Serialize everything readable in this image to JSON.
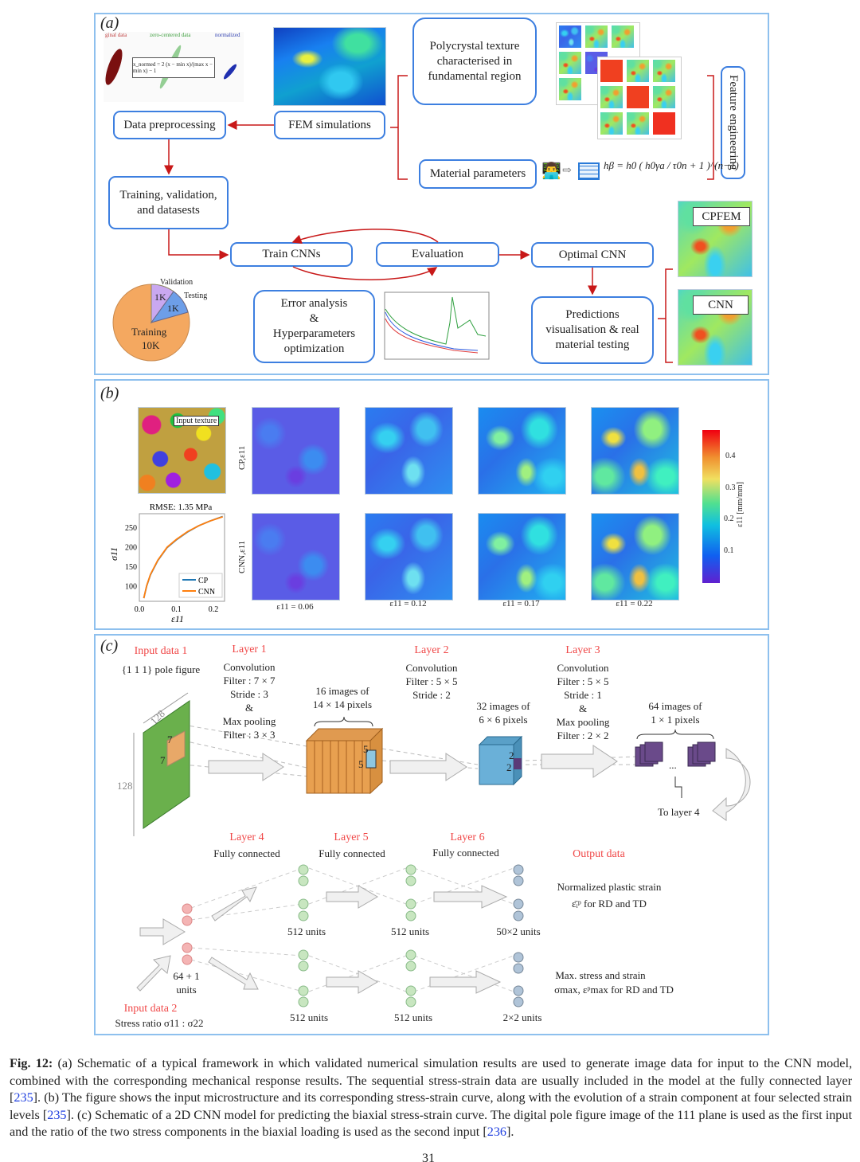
{
  "panel_a": {
    "label": "(a)",
    "preprocess_plot": {
      "titles": [
        "ginal data",
        "zero-centered data",
        "normalized"
      ],
      "formula": "x_normed = 2 (x − min x)/(max x − min x) − 1"
    },
    "boxes": {
      "data_preprocessing": "Data preprocessing",
      "fem_simulations": "FEM simulations",
      "polycrystal": "Polycrystal texture characterised in fundamental region",
      "material_parameters": "Material parameters",
      "feature_engineering": "Feature engineering",
      "training_datasets": "Training, validation, and datasests",
      "train_cnns": "Train CNNs",
      "evaluation": "Evaluation",
      "optimal_cnn": "Optimal CNN",
      "error_analysis_1": "Error analysis",
      "error_analysis_2": "&",
      "error_analysis_3": "Hyperparameters",
      "error_analysis_4": "optimization",
      "predictions": "Predictions visualisation & real material testing"
    },
    "hardening_law": "hβ = h0 ( h0γa / τ0n + 1 )^(n−1)",
    "pie": {
      "validation_label": "Validation",
      "validation_value": "1K",
      "testing_label": "Testing",
      "testing_value": "1K",
      "training_label": "Training",
      "training_value": "10K",
      "validation_color": "#c9a8f0",
      "testing_color": "#6d9ee8",
      "training_color": "#f4a860"
    },
    "cpfem_label": "CPFEM",
    "cnn_label": "CNN"
  },
  "panel_b": {
    "label": "(b)",
    "input_texture_label": "Input texture",
    "row_labels": [
      "CP,ε11",
      "CNN,ε11"
    ],
    "strain_levels": [
      "ε11 = 0.06",
      "ε11 = 0.12",
      "ε11 = 0.17",
      "ε11 = 0.22"
    ],
    "colorbar": {
      "label": "ε11 [mm/mm]",
      "ticks": [
        "0.4",
        "0.3",
        "0.2",
        "0.1"
      ]
    },
    "chart_data": {
      "type": "line",
      "title": "RMSE: 1.35 MPa",
      "xlabel": "ε11",
      "ylabel": "σ11",
      "xlim": [
        0.0,
        0.23
      ],
      "ylim": [
        60,
        285
      ],
      "xticks": [
        "0.0",
        "0.1",
        "0.2"
      ],
      "yticks": [
        "250",
        "200",
        "150",
        "100"
      ],
      "legend": "bottom-right",
      "series": [
        {
          "name": "CP",
          "color": "#1f77b4",
          "x": [
            0.012,
            0.02,
            0.03,
            0.05,
            0.075,
            0.1,
            0.13,
            0.16,
            0.19,
            0.225
          ],
          "y": [
            68,
            100,
            128,
            165,
            198,
            218,
            238,
            254,
            266,
            278
          ]
        },
        {
          "name": "CNN",
          "color": "#ff7f0e",
          "x": [
            0.012,
            0.02,
            0.03,
            0.05,
            0.075,
            0.1,
            0.13,
            0.16,
            0.19,
            0.225
          ],
          "y": [
            68,
            101,
            129,
            166,
            199,
            219,
            239,
            254,
            266,
            277
          ]
        }
      ]
    }
  },
  "panel_c": {
    "label": "(c)",
    "input1_title": "Input data 1",
    "input1_desc": "{1 1 1} pole figure",
    "dim_128": "128",
    "dim_7": "7",
    "layer1": {
      "title": "Layer 1",
      "lines": [
        "Convolution",
        "Filter : 7 × 7",
        "Stride : 3",
        "&",
        "Max pooling",
        "Filter : 3 × 3"
      ]
    },
    "out1": [
      "16 images of",
      "14 × 14 pixels"
    ],
    "dim_5": "5",
    "layer2": {
      "title": "Layer 2",
      "lines": [
        "Convolution",
        "Filter : 5 × 5",
        "Stride : 2"
      ]
    },
    "out2": [
      "32 images of",
      "6 × 6 pixels"
    ],
    "dim_2": "2",
    "layer3": {
      "title": "Layer 3",
      "lines": [
        "Convolution",
        "Filter : 5 × 5",
        "Stride : 1",
        "&",
        "Max pooling",
        "Filter : 2 × 2"
      ]
    },
    "out3": [
      "64 images of",
      "1 × 1 pixels"
    ],
    "ellipsis": "...",
    "to_layer4": "To layer 4",
    "layer4": {
      "title": "Layer 4",
      "desc": "Fully connected"
    },
    "layer5": {
      "title": "Layer 5",
      "desc": "Fully connected"
    },
    "layer6": {
      "title": "Layer 6",
      "desc": "Fully connected"
    },
    "units": {
      "input": [
        "64 + 1",
        "units"
      ],
      "l4_top": "512 units",
      "l5_top": "512 units",
      "l6_top": "50×2 units",
      "l4_bot": "512 units",
      "l5_bot": "512 units",
      "l6_bot": "2×2 units"
    },
    "output_title": "Output data",
    "output_top": [
      "Normalized plastic strain",
      "ε̄ᵢᵖ  for RD and TD"
    ],
    "output_bot": [
      "Max. stress and strain",
      "σmax, εᵖmax for RD and TD"
    ],
    "input2_title": "Input data 2",
    "input2_desc": "Stress ratio σ11 : σ22"
  },
  "caption": {
    "fig_label": "Fig. 12:",
    "part1": " (a) Schematic of a typical framework in which validated numerical simulation results are used to generate image data for input to the CNN model, combined with the corresponding mechanical response results.  The sequential stress-strain data are usually included in the model at the fully connected layer [",
    "ref1": "235",
    "part2": "]. (b) The figure shows the input microstructure and its corresponding stress-strain curve, along with the evolution of a strain component at four selected strain levels [",
    "ref2": "235",
    "part3": "]. (c) Schematic of a 2D CNN model for predicting the biaxial stress-strain curve. The digital pole figure image of the 111 plane is used as the first input and the ratio of the two stress components in the biaxial loading is used as the second input [",
    "ref3": "236",
    "part4": "]."
  },
  "page_number": "31"
}
